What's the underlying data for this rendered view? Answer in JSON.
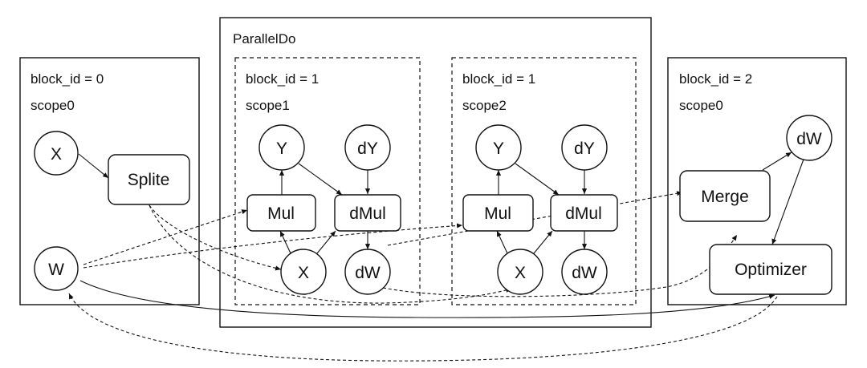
{
  "blocks": {
    "left": {
      "block_id": "block_id = 0",
      "scope": "scope0"
    },
    "parallel": {
      "title": "ParallelDo"
    },
    "scope1": {
      "block_id": "block_id = 1",
      "scope": "scope1"
    },
    "scope2": {
      "block_id": "block_id = 1",
      "scope": "scope2"
    },
    "right": {
      "block_id": "block_id = 2",
      "scope": "scope0"
    }
  },
  "nodes": {
    "x0": "X",
    "w0": "W",
    "splite": "Splite",
    "y1": "Y",
    "dy1": "dY",
    "mul1": "Mul",
    "dmul1": "dMul",
    "x1": "X",
    "dw1": "dW",
    "y2": "Y",
    "dy2": "dY",
    "mul2": "Mul",
    "dmul2": "dMul",
    "x2": "X",
    "dw2": "dW",
    "merge": "Merge",
    "dw3": "dW",
    "optimizer": "Optimizer"
  }
}
